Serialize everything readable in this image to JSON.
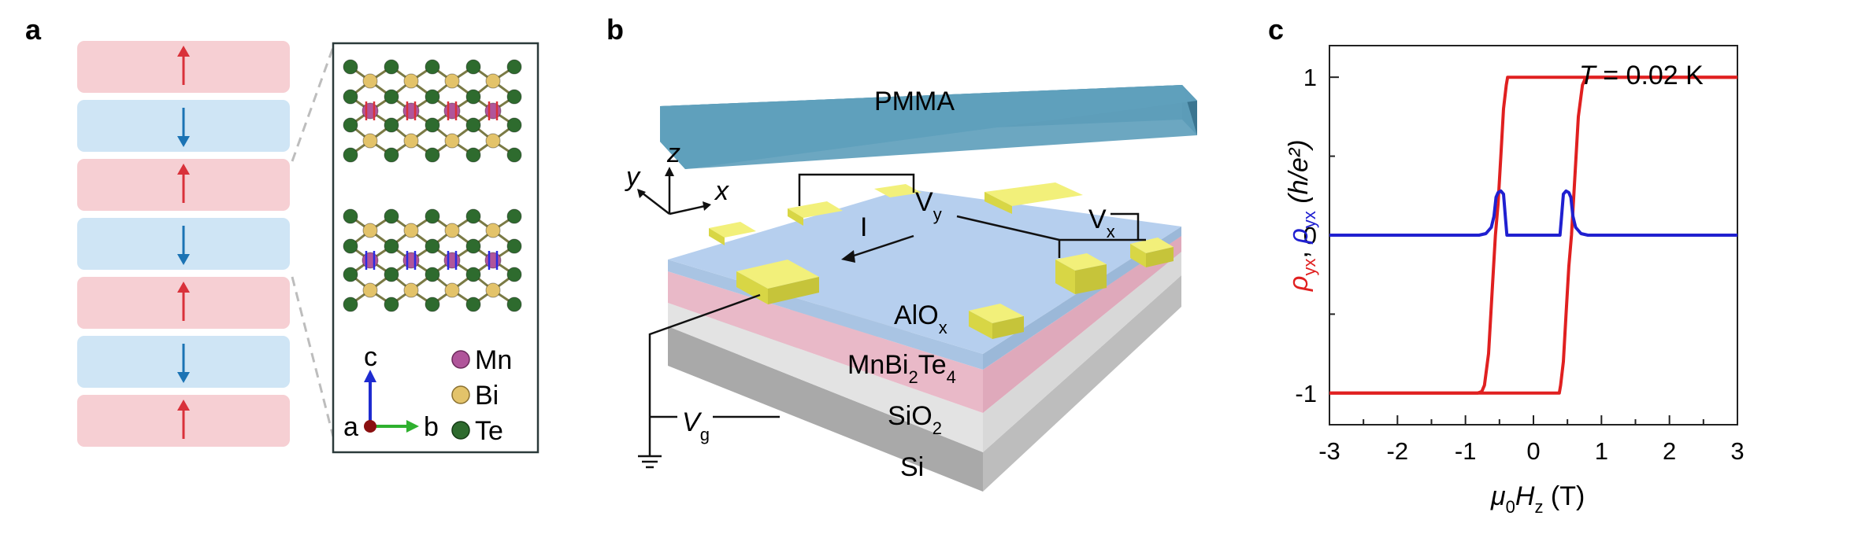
{
  "panels": {
    "a": {
      "label": "a",
      "layers": [
        "up",
        "down",
        "up",
        "down",
        "up",
        "down",
        "up"
      ],
      "colors": {
        "up_fill": "#f6cfd3",
        "down_fill": "#cfe5f5",
        "up_arrow": "#d9313a",
        "down_arrow": "#1b73b4",
        "mn": "#b0559a",
        "bi": "#e3c36a",
        "te": "#2e6b2e"
      },
      "legend": [
        {
          "symbol": "Mn",
          "color": "#b0559a"
        },
        {
          "symbol": "Bi",
          "color": "#e3c36a"
        },
        {
          "symbol": "Te",
          "color": "#2e6b2e"
        }
      ],
      "axes": {
        "c": "c",
        "a": "a",
        "b": "b"
      }
    },
    "b": {
      "label": "b",
      "pmma": "PMMA",
      "alox_main": "AlO",
      "alox_sub": "x",
      "mbt_a": "MnBi",
      "mbt_2": "2",
      "mbt_b": "Te",
      "mbt_4": "4",
      "sio_main": "SiO",
      "sio_sub": "2",
      "si": "Si",
      "vy_main": "V",
      "vy_sub": "y",
      "vx_main": "V",
      "vx_sub": "x",
      "vg_main": "V",
      "vg_sub": "g",
      "current": "I",
      "axis_x": "x",
      "axis_y": "y",
      "axis_z": "z"
    },
    "c": {
      "label": "c"
    }
  },
  "chart_data": {
    "type": "line",
    "annotation": {
      "t_symbol": "T",
      "rest": " = 0.02 K"
    },
    "ylabel": {
      "rho1": "ρ",
      "sub1": "yx",
      "comma": ", ",
      "rho2": "ρ",
      "sub2": "yx",
      "unit": " (h/e²)"
    },
    "xlabel": {
      "mu": "μ",
      "zero": "0",
      "H": "H",
      "z": "z",
      "unit": " (T)"
    },
    "xlim": [
      -3,
      3
    ],
    "ylim": [
      -1.2,
      1.2
    ],
    "x_ticks": [
      "-3",
      "-2",
      "-1",
      "0",
      "1",
      "2",
      "3"
    ],
    "y_ticks": [
      "-1",
      "0",
      "1"
    ],
    "series": [
      {
        "color": "#e02020",
        "x": [
          -3,
          -0.82,
          -0.76,
          -0.72,
          -0.66,
          -0.6,
          -0.56,
          -0.52,
          -0.48,
          -0.44,
          -0.4,
          -0.38,
          3
        ],
        "y": [
          -1,
          -1,
          -0.99,
          -0.95,
          -0.75,
          -0.3,
          0,
          0.2,
          0.5,
          0.8,
          0.95,
          1,
          1
        ]
      },
      {
        "color": "#e02020",
        "x": [
          3,
          0.82,
          0.76,
          0.72,
          0.66,
          0.6,
          0.56,
          0.52,
          0.48,
          0.44,
          0.4,
          0.38,
          -3
        ],
        "y": [
          1,
          1,
          0.99,
          0.95,
          0.75,
          0.3,
          0,
          -0.2,
          -0.5,
          -0.8,
          -0.95,
          -1,
          -1
        ]
      },
      {
        "color": "#2020d0",
        "x": [
          -3,
          -0.8,
          -0.7,
          -0.62,
          -0.58,
          -0.55,
          -0.52,
          -0.48,
          -0.44,
          -0.41,
          -0.39,
          -0.3,
          0.3,
          0.39,
          0.41,
          0.44,
          0.48,
          0.52,
          0.55,
          0.58,
          0.62,
          0.7,
          0.8,
          3
        ],
        "y": [
          0,
          0,
          0.01,
          0.05,
          0.12,
          0.24,
          0.27,
          0.28,
          0.26,
          0.1,
          0,
          0,
          0,
          0,
          0.1,
          0.26,
          0.28,
          0.27,
          0.24,
          0.12,
          0.05,
          0.01,
          0,
          0
        ]
      }
    ],
    "reference_line": {
      "y": -1,
      "x": [
        -3,
        -0.82
      ],
      "style": "dotted"
    }
  }
}
